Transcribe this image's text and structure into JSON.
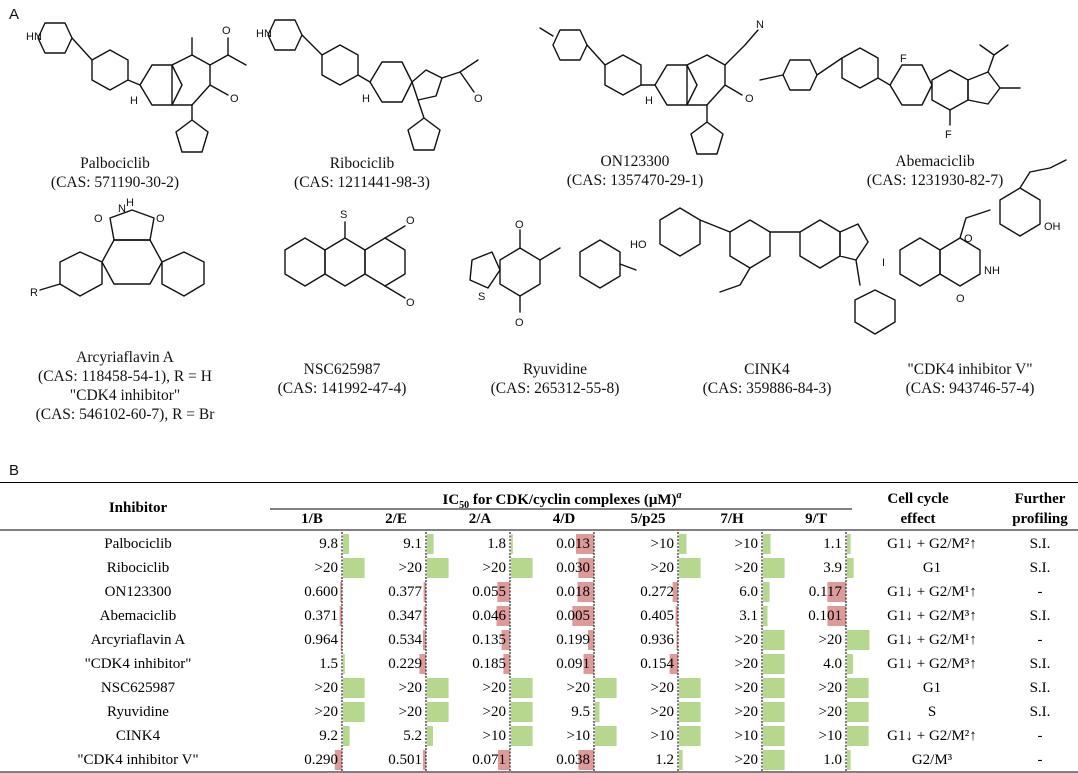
{
  "panels": {
    "a": "A",
    "b": "B"
  },
  "compounds": [
    {
      "name": "Palbociclib",
      "cas": "(CAS: 571190-30-2)"
    },
    {
      "name": "Ribociclib",
      "cas": "(CAS: 1211441-98-3)"
    },
    {
      "name": "ON123300",
      "cas": "(CAS: 1357470-29-1)"
    },
    {
      "name": "Abemaciclib",
      "cas": "(CAS: 1231930-82-7)"
    },
    {
      "name": "Arcyriaflavin A",
      "cas": "(CAS: 118458-54-1), R = H",
      "extra1": "\"CDK4 inhibitor\"",
      "extra2": "(CAS: 546102-60-7), R = Br"
    },
    {
      "name": "NSC625987",
      "cas": "(CAS: 141992-47-4)"
    },
    {
      "name": "Ryuvidine",
      "cas": "(CAS: 265312-55-8)"
    },
    {
      "name": "CINK4",
      "cas": "(CAS: 359886-84-3)"
    },
    {
      "name": "\"CDK4 inhibitor V\"",
      "cas": "(CAS: 943746-57-4)"
    }
  ],
  "atoms": {
    "hn": "HN",
    "n": "N",
    "o": "O",
    "s": "S",
    "f": "F",
    "r": "R",
    "i": "I",
    "h": "H",
    "nh": "NH",
    "oh": "OH",
    "ho": "HO",
    "cn_n": "N"
  },
  "table": {
    "header": {
      "inhibitor": "Inhibitor",
      "ic50_prefix": "IC",
      "ic50_sub": "50",
      "ic50_rest": " for CDK/cyclin complexes (μM)",
      "ic50_sup": "a",
      "cell_cycle_1": "Cell cycle",
      "cell_cycle_2": "effect",
      "further_1": "Further",
      "further_2": "profiling"
    },
    "columns": [
      "1/B",
      "2/E",
      "2/A",
      "4/D",
      "5/p25",
      "7/H",
      "9/T"
    ],
    "rows": [
      {
        "inhibitor": "Palbociclib",
        "values": [
          "9.8",
          "9.1",
          "1.8",
          "0.013",
          ">10",
          ">10",
          "1.1"
        ],
        "effect": "G1↓ + G2/M²↑",
        "profiling": "S.I."
      },
      {
        "inhibitor": "Ribociclib",
        "values": [
          ">20",
          ">20",
          ">20",
          "0.030",
          ">20",
          ">20",
          "3.9"
        ],
        "effect": "G1",
        "profiling": "S.I."
      },
      {
        "inhibitor": "ON123300",
        "values": [
          "0.600",
          "0.377",
          "0.055",
          "0.018",
          "0.272",
          "6.0",
          "0.117"
        ],
        "effect": "G1↓ + G2/M¹↑",
        "profiling": "-"
      },
      {
        "inhibitor": "Abemaciclib",
        "values": [
          "0.371",
          "0.347",
          "0.046",
          "0.005",
          "0.405",
          "3.1",
          "0.101"
        ],
        "effect": "G1↓ + G2/M³↑",
        "profiling": "S.I."
      },
      {
        "inhibitor": "Arcyriaflavin A",
        "values": [
          "0.964",
          "0.534",
          "0.135",
          "0.199",
          "0.936",
          ">20",
          ">20"
        ],
        "effect": "G1↓ + G2/M¹↑",
        "profiling": "-"
      },
      {
        "inhibitor": "\"CDK4 inhibitor\"",
        "values": [
          "1.5",
          "0.229",
          "0.185",
          "0.091",
          "0.154",
          ">20",
          "4.0"
        ],
        "effect": "G1↓ + G2/M³↑",
        "profiling": "S.I."
      },
      {
        "inhibitor": "NSC625987",
        "values": [
          ">20",
          ">20",
          ">20",
          ">20",
          ">20",
          ">20",
          ">20"
        ],
        "effect": "G1",
        "profiling": "S.I."
      },
      {
        "inhibitor": "Ryuvidine",
        "values": [
          ">20",
          ">20",
          ">20",
          "9.5",
          ">20",
          ">20",
          ">20"
        ],
        "effect": "S",
        "profiling": "S.I."
      },
      {
        "inhibitor": "CINK4",
        "values": [
          "9.2",
          "5.2",
          ">10",
          ">10",
          ">10",
          ">10",
          ">10"
        ],
        "effect": "G1↓ + G2/M²↑",
        "profiling": "-"
      },
      {
        "inhibitor": "\"CDK4 inhibitor V\"",
        "values": [
          "0.290",
          "0.501",
          "0.071",
          "0.038",
          "1.2",
          ">20",
          "1.0"
        ],
        "effect": "G2/M³",
        "profiling": "-"
      }
    ],
    "bars": [
      [
        [
          "g",
          0.2
        ],
        [
          "g",
          0.22
        ],
        [
          "g",
          0.06
        ],
        [
          "r",
          0.6
        ],
        [
          "g",
          0.25
        ],
        [
          "g",
          0.25
        ],
        [
          "g",
          0.12
        ]
      ],
      [
        [
          "g",
          0.72
        ],
        [
          "g",
          0.72
        ],
        [
          "g",
          0.72
        ],
        [
          "r",
          0.52
        ],
        [
          "g",
          0.72
        ],
        [
          "g",
          0.72
        ],
        [
          "g",
          0.22
        ]
      ],
      [
        [
          "r",
          0.06
        ],
        [
          "r",
          0.08
        ],
        [
          "r",
          0.42
        ],
        [
          "r",
          0.55
        ],
        [
          "r",
          0.18
        ],
        [
          "g",
          0.22
        ],
        [
          "r",
          0.62
        ]
      ],
      [
        [
          "r",
          0.08
        ],
        [
          "r",
          0.08
        ],
        [
          "r",
          0.45
        ],
        [
          "r",
          0.72
        ],
        [
          "r",
          0.08
        ],
        [
          "g",
          0.15
        ],
        [
          "r",
          0.62
        ]
      ],
      [
        [
          "r",
          0.04
        ],
        [
          "r",
          0.1
        ],
        [
          "r",
          0.28
        ],
        [
          "r",
          0.2
        ],
        [
          "r",
          0.05
        ],
        [
          "g",
          0.72
        ],
        [
          "g",
          0.75
        ]
      ],
      [
        [
          "g",
          0.06
        ],
        [
          "r",
          0.22
        ],
        [
          "r",
          0.22
        ],
        [
          "r",
          0.35
        ],
        [
          "r",
          0.28
        ],
        [
          "g",
          0.72
        ],
        [
          "g",
          0.2
        ]
      ],
      [
        [
          "g",
          0.72
        ],
        [
          "g",
          0.72
        ],
        [
          "g",
          0.72
        ],
        [
          "g",
          0.72
        ],
        [
          "g",
          0.72
        ],
        [
          "g",
          0.72
        ],
        [
          "g",
          0.72
        ]
      ],
      [
        [
          "g",
          0.72
        ],
        [
          "g",
          0.72
        ],
        [
          "g",
          0.72
        ],
        [
          "g",
          0.15
        ],
        [
          "g",
          0.72
        ],
        [
          "g",
          0.72
        ],
        [
          "g",
          0.72
        ]
      ],
      [
        [
          "g",
          0.22
        ],
        [
          "g",
          0.2
        ],
        [
          "g",
          0.72
        ],
        [
          "g",
          0.72
        ],
        [
          "g",
          0.72
        ],
        [
          "g",
          0.72
        ],
        [
          "g",
          0.72
        ]
      ],
      [
        [
          "r",
          0.24
        ],
        [
          "r",
          0.1
        ],
        [
          "r",
          0.4
        ],
        [
          "r",
          0.52
        ],
        [
          "g",
          0.12
        ],
        [
          "g",
          0.72
        ],
        [
          "g",
          0.12
        ]
      ]
    ],
    "colors": {
      "green": "#b5d88e",
      "red": "#dc9a98"
    }
  }
}
